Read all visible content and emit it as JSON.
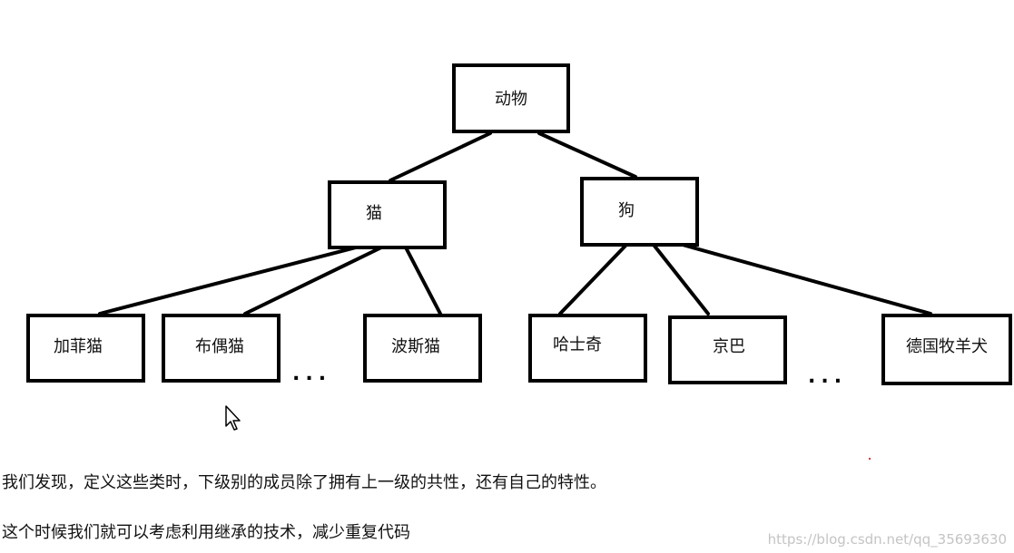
{
  "diagram": {
    "nodes": [
      {
        "id": "root",
        "label": "动物"
      },
      {
        "id": "cat",
        "label": "猫"
      },
      {
        "id": "dog",
        "label": "狗"
      },
      {
        "id": "garfield",
        "label": "加菲猫"
      },
      {
        "id": "ragdoll",
        "label": "布偶猫"
      },
      {
        "id": "persian",
        "label": "波斯猫"
      },
      {
        "id": "husky",
        "label": "哈士奇"
      },
      {
        "id": "pekingese",
        "label": "京巴"
      },
      {
        "id": "german-shepherd",
        "label": "德国牧羊犬"
      }
    ],
    "edges": [
      [
        "root",
        "cat"
      ],
      [
        "root",
        "dog"
      ],
      [
        "cat",
        "garfield"
      ],
      [
        "cat",
        "ragdoll"
      ],
      [
        "cat",
        "persian"
      ],
      [
        "dog",
        "husky"
      ],
      [
        "dog",
        "pekingese"
      ],
      [
        "dog",
        "german-shepherd"
      ]
    ],
    "ellipsis": "..."
  },
  "text": {
    "para1": "我们发现，定义这些类时，下级别的成员除了拥有上一级的共性，还有自己的特性。",
    "para2": "这个时候我们就可以考虑利用继承的技术，减少重复代码"
  },
  "watermark": "https://blog.csdn.net/qq_35693630",
  "icons": {
    "cursor": "mouse-pointer-icon"
  }
}
